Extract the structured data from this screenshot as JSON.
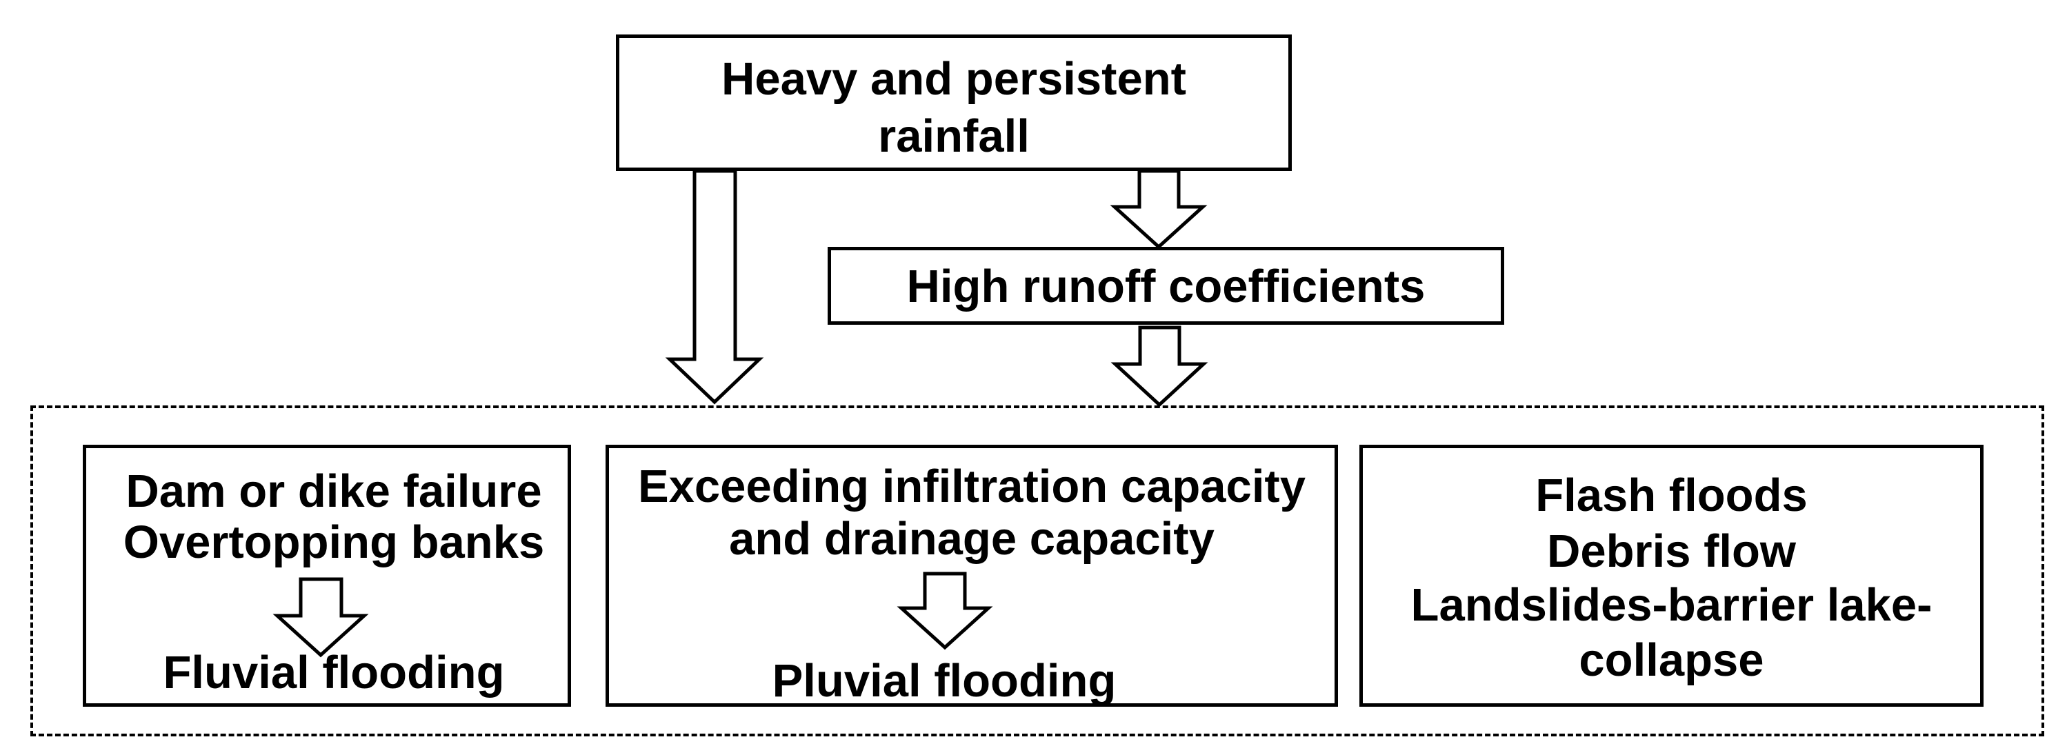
{
  "top_box": {
    "line1": "Heavy and persistent",
    "line2": "rainfall"
  },
  "runoff_box": {
    "label": "High runoff coefficients"
  },
  "fluvial_box": {
    "cause1": "Dam or dike failure",
    "cause2": "Overtopping banks",
    "result": "Fluvial flooding"
  },
  "pluvial_box": {
    "cause1": "Exceeding infiltration capacity",
    "cause2": "and drainage capacity",
    "result": "Pluvial flooding"
  },
  "flash_box": {
    "line1": "Flash floods",
    "line2": "Debris flow",
    "line3": "Landslides-barrier lake-",
    "line4": "collapse"
  }
}
